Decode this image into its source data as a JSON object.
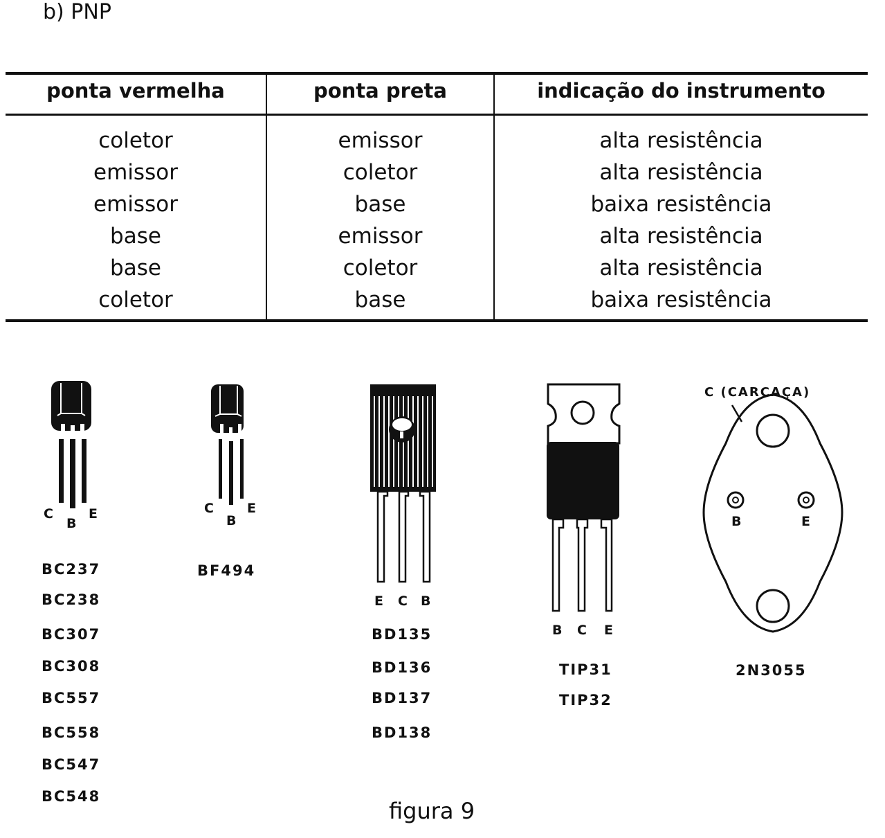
{
  "heading": "b) PNP",
  "table": {
    "headers": [
      "ponta vermelha",
      "ponta preta",
      "indicação do instrumento"
    ],
    "rows": [
      [
        "coletor",
        "emissor",
        "alta resistência"
      ],
      [
        "emissor",
        "coletor",
        "alta resistência"
      ],
      [
        "emissor",
        "base",
        "baixa resistência"
      ],
      [
        "base",
        "emissor",
        "alta resistência"
      ],
      [
        "base",
        "coletor",
        "alta resistência"
      ],
      [
        "coletor",
        "base",
        "baixa resistência"
      ]
    ]
  },
  "figure": {
    "to92_large": {
      "pins": [
        "C",
        "B",
        "E"
      ],
      "parts": [
        "BC237",
        "BC238",
        "BC307",
        "BC308",
        "BC557",
        "BC558",
        "BC547",
        "BC548"
      ]
    },
    "to92_small": {
      "pins": [
        "C",
        "B",
        "E"
      ],
      "parts": [
        "BF494"
      ]
    },
    "to126": {
      "pins": [
        "E",
        "C",
        "B"
      ],
      "parts": [
        "BD135",
        "BD136",
        "BD137",
        "BD138"
      ]
    },
    "to220": {
      "pins": [
        "B",
        "C",
        "E"
      ],
      "parts": [
        "TIP31",
        "TIP32"
      ]
    },
    "to3": {
      "case_label": "C (CARCAÇA)",
      "pins": [
        "B",
        "E"
      ],
      "parts": [
        "2N3055"
      ]
    },
    "caption": "figura 9"
  }
}
